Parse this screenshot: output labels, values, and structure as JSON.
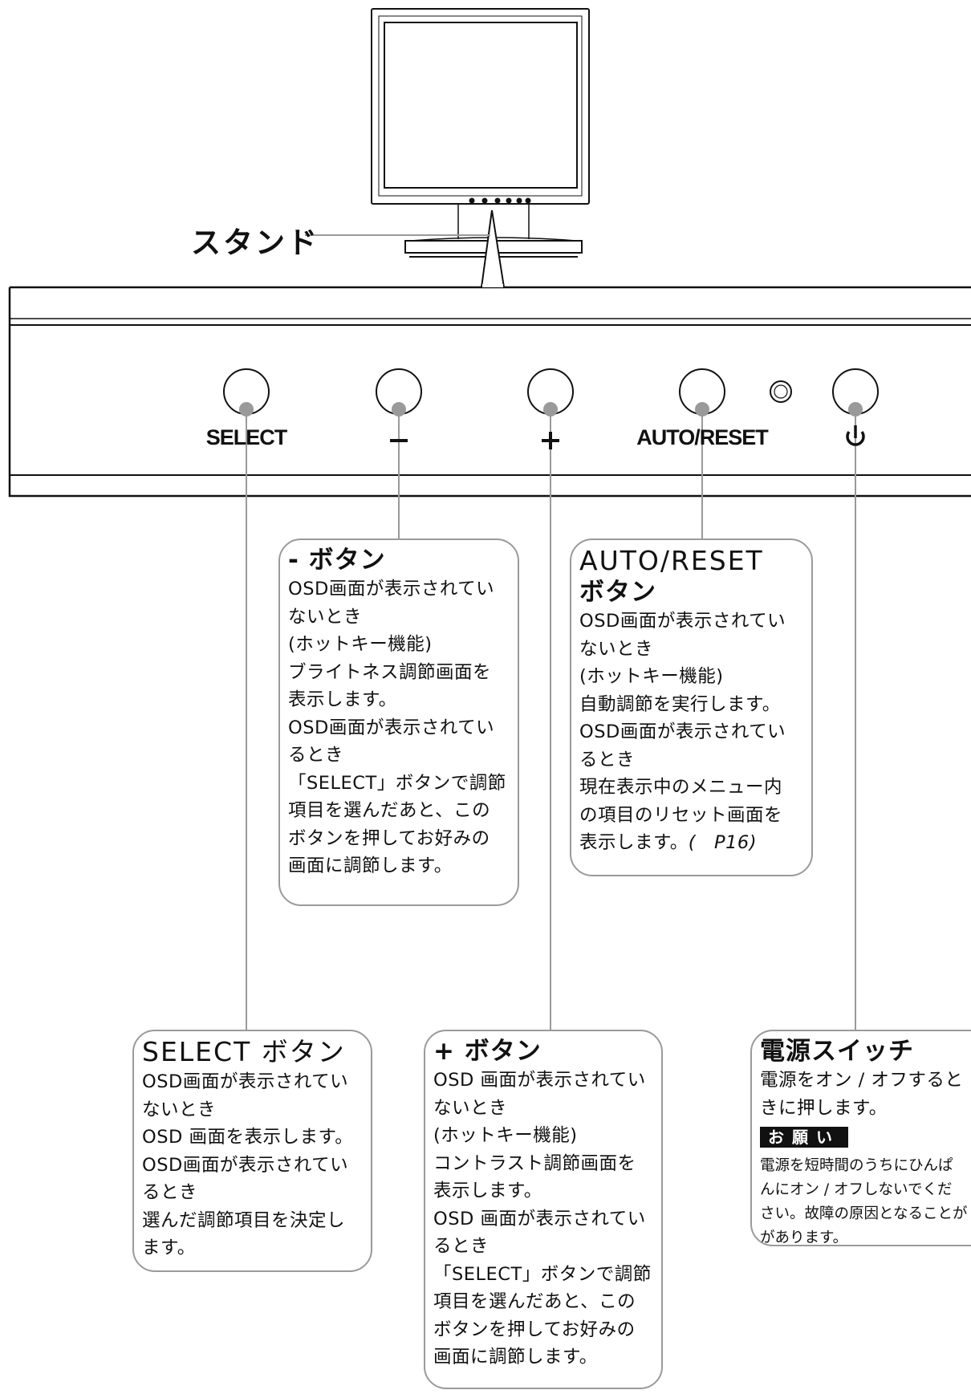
{
  "stand_label": "スタンド",
  "buttons": [
    {
      "id": "select",
      "label": "SELECT"
    },
    {
      "id": "minus",
      "label": "−"
    },
    {
      "id": "plus",
      "label": "+"
    },
    {
      "id": "auto_reset",
      "label": "AUTO/RESET"
    },
    {
      "id": "power",
      "label": "⏻"
    }
  ],
  "callouts": {
    "minus": {
      "title": "- ボタン",
      "lines": [
        "OSD画面が表示されてい",
        "ないとき",
        "(ホットキー機能)",
        "ブライトネス調節画面を",
        "表示します。",
        "OSD画面が表示されてい",
        "るとき",
        "「SELECT」ボタンで調節",
        "項目を選んだあと、この",
        "ボタンを押してお好みの",
        "画面に調節します。"
      ]
    },
    "auto_reset": {
      "title_1": "AUTO/RESET",
      "title_2": "ボタン",
      "lines": [
        "OSD画面が表示されてい",
        "ないとき",
        "(ホットキー機能)",
        "自動調節を実行します。",
        "OSD画面が表示されてい",
        "るとき",
        "現在表示中のメニュー内",
        "の項目のリセット画面を"
      ],
      "last_line": "表示します。",
      "ref": "(　P16)"
    },
    "select": {
      "title": "SELECT ボタン",
      "lines": [
        "OSD画面が表示されてい",
        "ないとき",
        "OSD 画面を表示します。",
        "OSD画面が表示されてい",
        "るとき",
        "選んだ調節項目を決定し",
        "ます。"
      ]
    },
    "plus": {
      "title": "+ ボタン",
      "lines": [
        "OSD 画面が表示されてい",
        "ないとき",
        "(ホットキー機能)",
        "コントラスト調節画面を",
        "表示します。",
        "OSD 画面が表示されてい",
        "るとき",
        "「SELECT」ボタンで調節",
        "項目を選んだあと、この",
        "ボタンを押してお好みの",
        "画面に調節します。"
      ]
    },
    "power": {
      "title": "電源スイッチ",
      "lines": [
        "電源をオン / オフすると",
        "きに押します。"
      ],
      "notice": "お願い",
      "notice_lines": [
        "電源を短時間のうちにひんぱ",
        "んにオン / オフしないでくだ",
        "さい。故障の原因となることが",
        "があります。"
      ]
    }
  }
}
